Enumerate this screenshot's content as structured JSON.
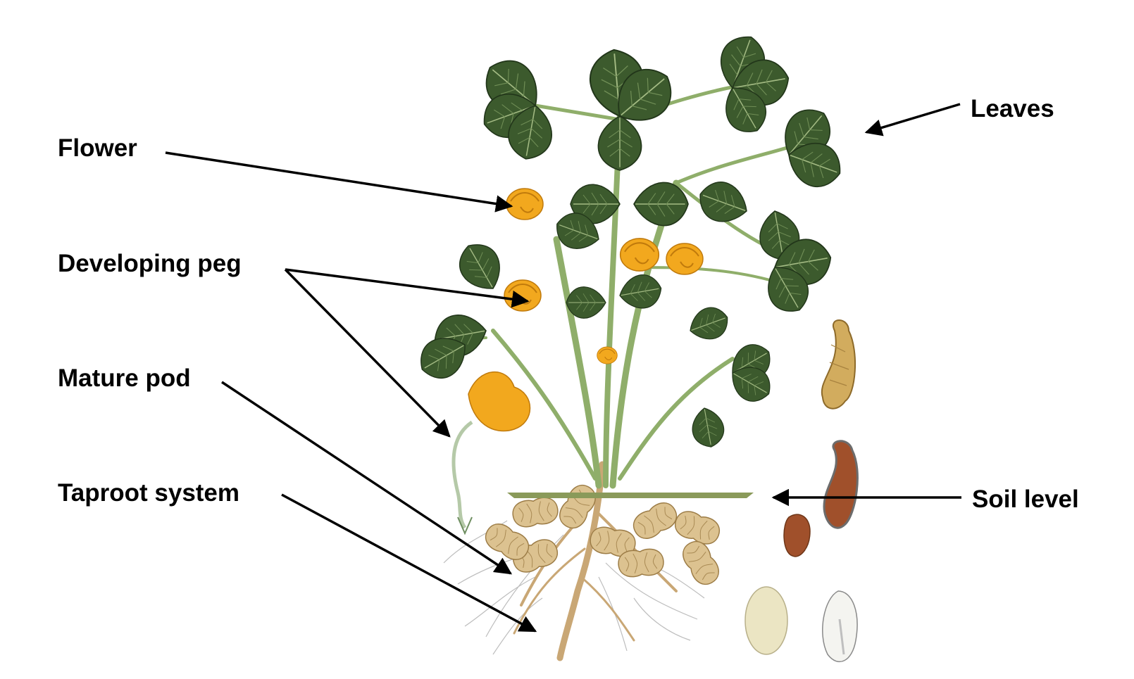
{
  "labels": {
    "flower": "Flower",
    "developing_peg": "Developing peg",
    "mature_pod": "Mature pod",
    "taproot_system": "Taproot system",
    "leaves": "Leaves",
    "soil_level": "Soil level"
  },
  "colors": {
    "leaf_dark": "#2f4a26",
    "leaf": "#4d6b38",
    "leaf_light": "#7c9a5c",
    "stem": "#8fae6a",
    "flower": "#f2a81e",
    "flower_dark": "#d98a10",
    "pod": "#d9c08c",
    "pod_dark": "#b89458",
    "root": "#c9a775",
    "root_fine": "#bdbdbd",
    "seed_red": "#a0502b",
    "seed_cream": "#ebe5c3",
    "soil": "#8a9a5a",
    "arrow": "#000000"
  }
}
